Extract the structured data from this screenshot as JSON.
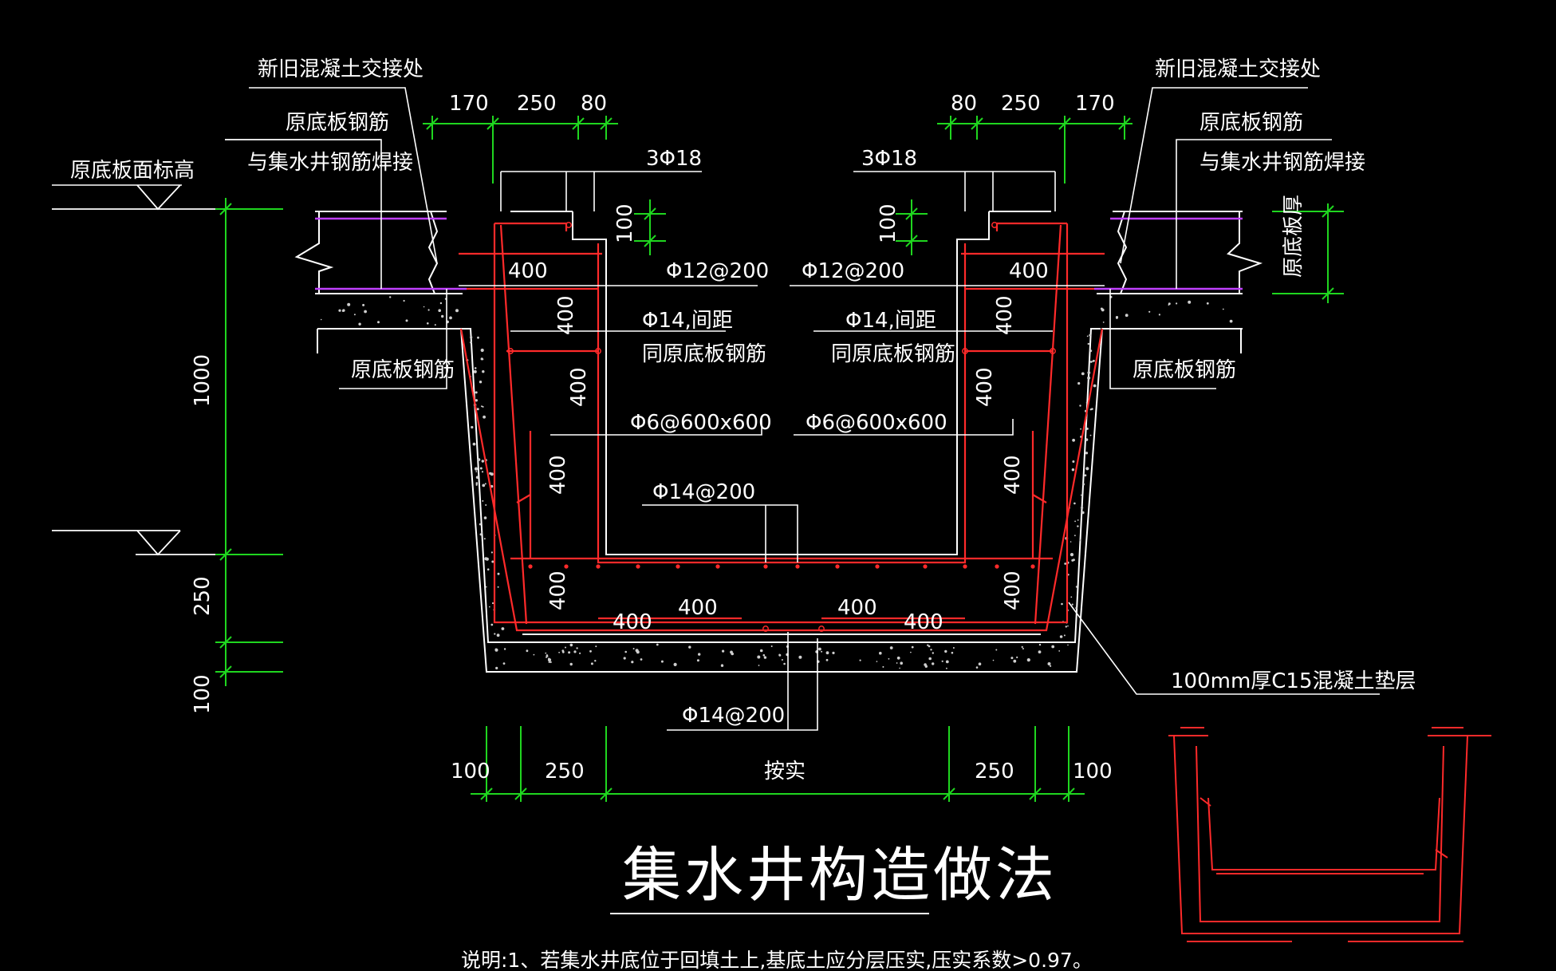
{
  "drawing": {
    "title": "集水井构造做法",
    "note": "说明:1、若集水井底位于回填土上,基底土应分层压实,压实系数>0.97。",
    "colors": {
      "background": "#000000",
      "rebar": "#ff2a2a",
      "dimension": "#1fd61f",
      "outline": "#ffffff",
      "slab_rebar": "#c040ff"
    },
    "labels": {
      "joint_left": "新旧混凝土交接处",
      "joint_right": "新旧混凝土交接处",
      "orig_rebar_top_left": "原底板钢筋",
      "weld_left": "与集水井钢筋焊接",
      "orig_rebar_top_right": "原底板钢筋",
      "weld_right": "与集水井钢筋焊接",
      "slab_elev": "原底板面标高",
      "slab_thickness": "原底板厚",
      "orig_rebar_bottom_left": "原底板钢筋",
      "orig_rebar_bottom_right": "原底板钢筋",
      "bar_3phi18_left": "3Φ18",
      "bar_3phi18_right": "3Φ18",
      "bar_phi12_left": "Φ12@200",
      "bar_phi12_right": "Φ12@200",
      "bar_phi14_spacing_left_1": "Φ14,间距",
      "bar_phi14_spacing_left_2": "同原底板钢筋",
      "bar_phi14_spacing_right_1": "Φ14,间距",
      "bar_phi14_spacing_right_2": "同原底板钢筋",
      "bar_phi6_left": "Φ6@600x600",
      "bar_phi6_right": "Φ6@600x600",
      "bar_phi14_200_top": "Φ14@200",
      "bar_phi14_200_bottom": "Φ14@200",
      "cushion": "100mm厚C15混凝土垫层"
    },
    "dims": {
      "top_left_170": "170",
      "top_left_250": "250",
      "top_left_80": "80",
      "top_right_80": "80",
      "top_right_250": "250",
      "top_right_170": "170",
      "dim_100_left": "100",
      "dim_100_right": "100",
      "anchor_400_a": "400",
      "anchor_400_b": "400",
      "anchor_400_c": "400",
      "anchor_400_d": "400",
      "anchor_400_e": "400",
      "anchor_400_f": "400",
      "anchor_400_g": "400",
      "anchor_400_h": "400",
      "anchor_400_i": "400",
      "anchor_400_j": "400",
      "anchor_400_k": "400",
      "anchor_400_l": "400",
      "anchor_400_m": "400",
      "anchor_400_n": "400",
      "left_1000": "1000",
      "left_250": "250",
      "left_100": "100",
      "bot_100_left": "100",
      "bot_250_left": "250",
      "bot_actual": "按实",
      "bot_250_right": "250",
      "bot_100_right": "100"
    }
  }
}
